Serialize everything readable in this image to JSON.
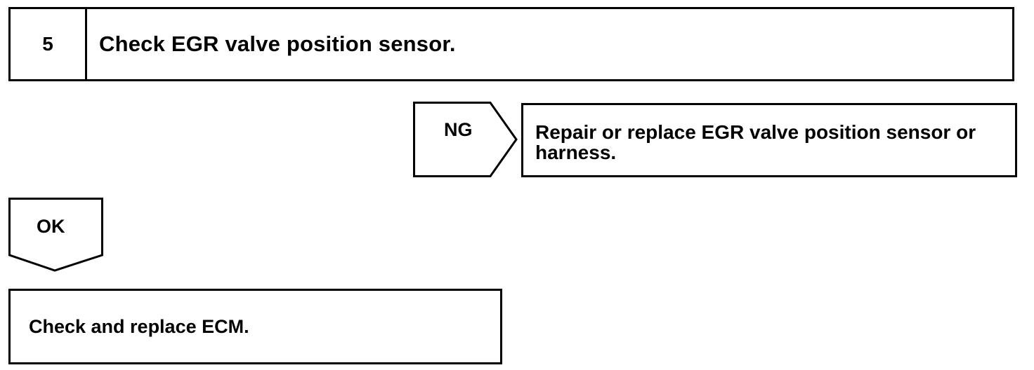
{
  "step": {
    "number": "5",
    "title": "Check EGR valve position sensor."
  },
  "ng_branch": {
    "label": "NG",
    "result": "Repair or replace EGR valve position sensor or harness."
  },
  "ok_branch": {
    "label": "OK",
    "result": "Check and replace ECM."
  },
  "colors": {
    "line": "#000000",
    "background": "#ffffff"
  }
}
